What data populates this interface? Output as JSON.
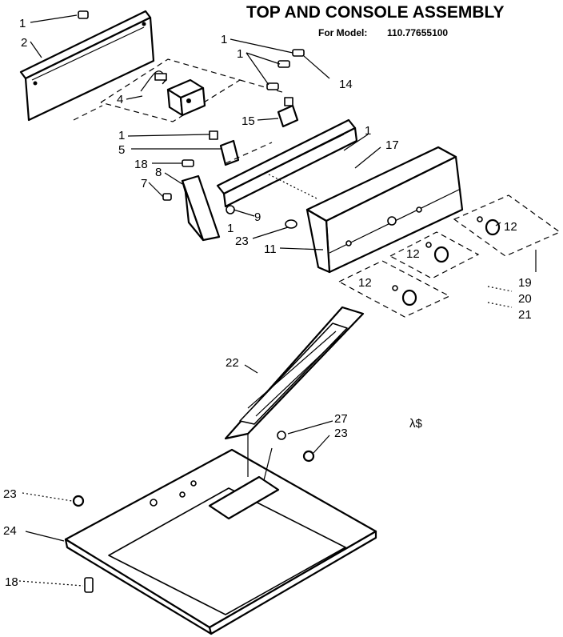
{
  "title": "TOP AND CONSOLE ASSEMBLY",
  "model_label": "For Model:",
  "model_number": "110.77655100",
  "callouts": [
    "1",
    "2",
    "1",
    "1",
    "14",
    "4",
    "15",
    "1",
    "17",
    "1",
    "5",
    "18",
    "8",
    "7",
    "9",
    "1",
    "23",
    "11",
    "12",
    "12",
    "12",
    "19",
    "20",
    "21",
    "22",
    "27",
    "23",
    "23",
    "24",
    "18"
  ],
  "page_mark": "λ$"
}
